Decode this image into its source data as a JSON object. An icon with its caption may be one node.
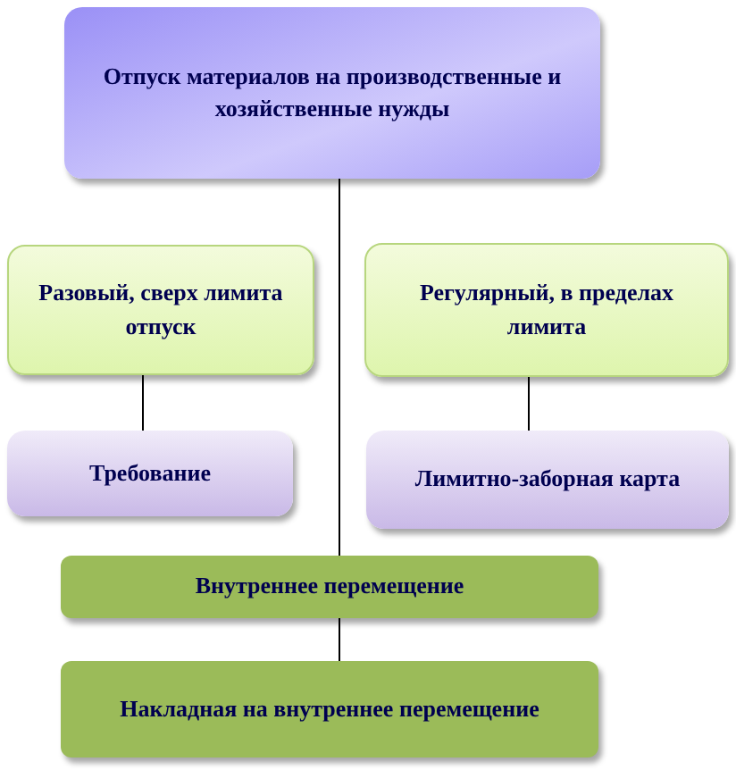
{
  "diagram": {
    "nodes": [
      {
        "text": [
          "Отпуск материалов на производственные и хозяйственные нужды"
        ]
      },
      {
        "text": [
          "Разовый, сверх лимита отпуск"
        ]
      },
      {
        "text": [
          "Регулярный, в пределах лимита"
        ]
      },
      {
        "text": [
          "Требование"
        ]
      },
      {
        "text": [
          "Лимитно-заборная карта"
        ]
      },
      {
        "text": [
          "Внутреннее перемещение"
        ]
      },
      {
        "text": [
          "Накладная на внутреннее перемещение"
        ]
      }
    ],
    "edges": [
      {
        "from": 0,
        "to": 5,
        "arrow": "none"
      },
      {
        "from": 1,
        "to": 3,
        "arrow": "none"
      },
      {
        "from": 2,
        "to": 4,
        "arrow": "none"
      },
      {
        "from": 5,
        "to": 6,
        "arrow": "none"
      }
    ]
  }
}
